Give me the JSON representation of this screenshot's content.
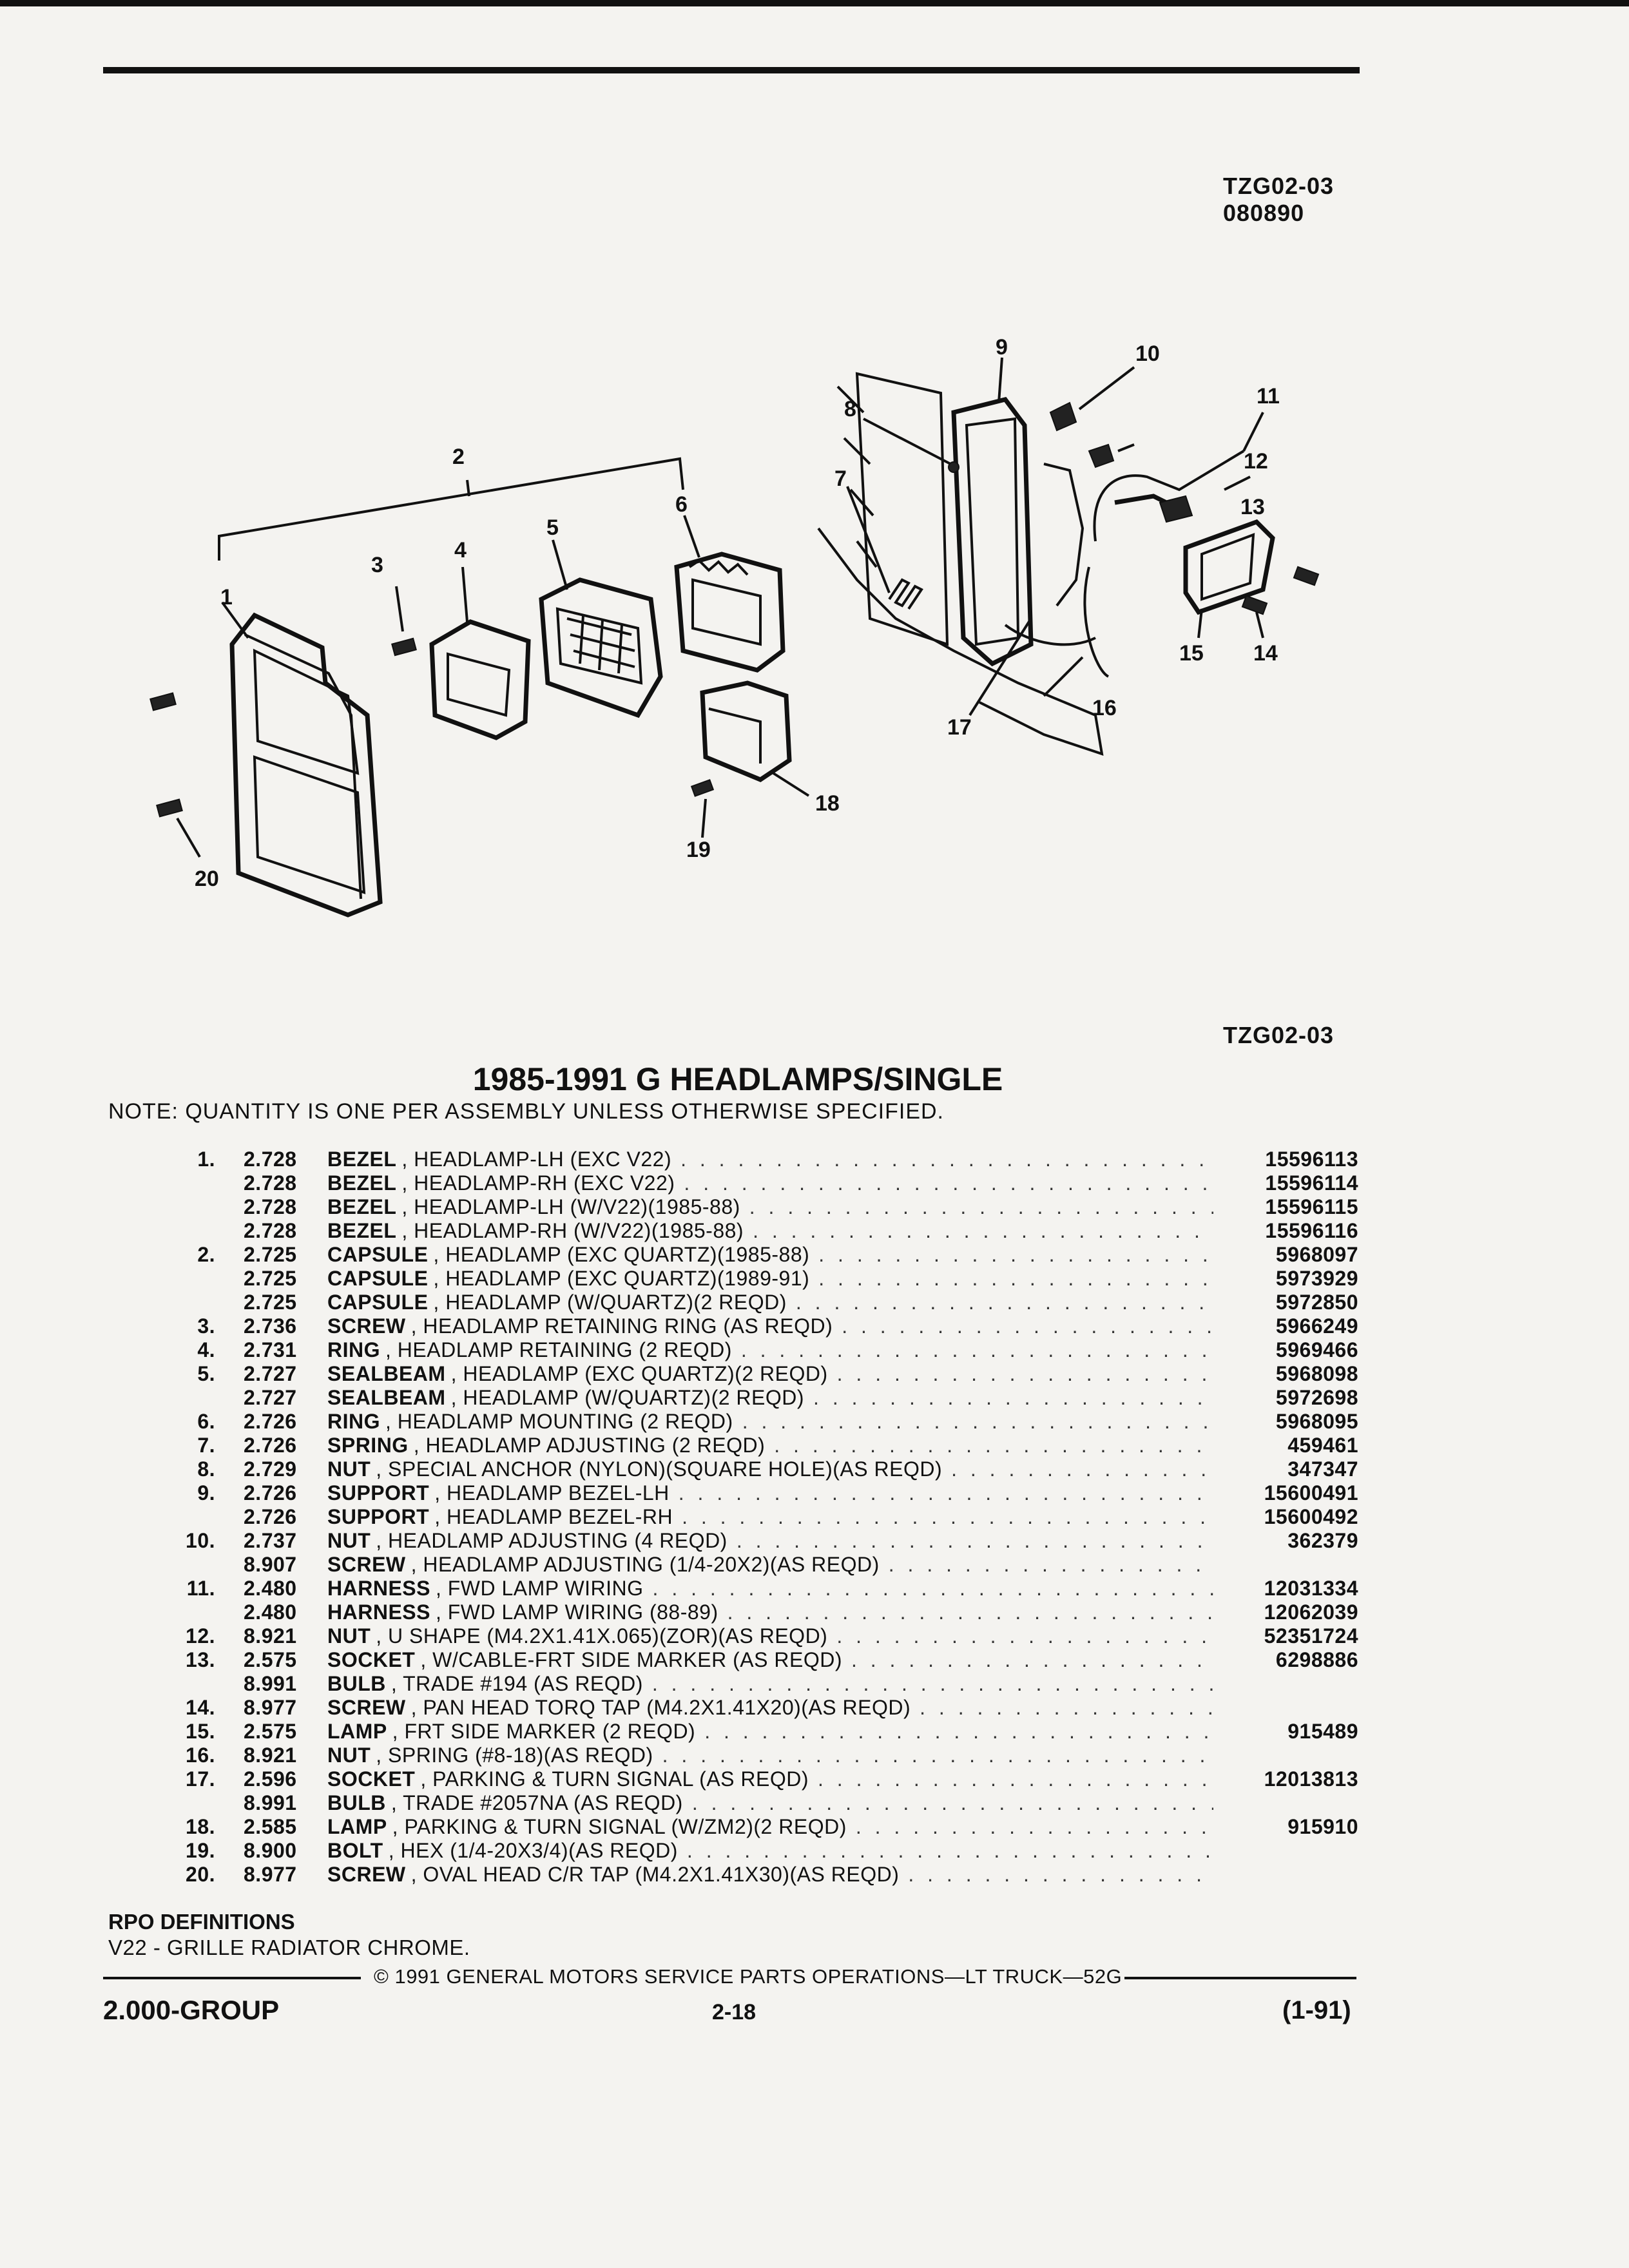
{
  "header": {
    "code": "TZG02-03",
    "date_code": "080890"
  },
  "figure": {
    "code": "TZG02-03",
    "callouts": [
      "1",
      "2",
      "3",
      "4",
      "5",
      "6",
      "7",
      "8",
      "9",
      "10",
      "11",
      "12",
      "13",
      "14",
      "15",
      "16",
      "17",
      "18",
      "19",
      "20"
    ]
  },
  "title": "1985-1991 G HEADLAMPS/SINGLE",
  "note": "NOTE:  QUANTITY IS ONE PER ASSEMBLY UNLESS OTHERWISE SPECIFIED.",
  "parts": [
    {
      "num": "1.",
      "grp": "2.728",
      "name": "BEZEL",
      "desc": ", HEADLAMP-LH (EXC V22)",
      "pn": "15596113"
    },
    {
      "num": "",
      "grp": "2.728",
      "name": "BEZEL",
      "desc": ", HEADLAMP-RH (EXC V22)",
      "pn": "15596114"
    },
    {
      "num": "",
      "grp": "2.728",
      "name": "BEZEL",
      "desc": ", HEADLAMP-LH (W/V22)(1985-88)",
      "pn": "15596115"
    },
    {
      "num": "",
      "grp": "2.728",
      "name": "BEZEL",
      "desc": ", HEADLAMP-RH (W/V22)(1985-88)",
      "pn": "15596116"
    },
    {
      "num": "2.",
      "grp": "2.725",
      "name": "CAPSULE",
      "desc": ", HEADLAMP (EXC QUARTZ)(1985-88)",
      "pn": "5968097"
    },
    {
      "num": "",
      "grp": "2.725",
      "name": "CAPSULE",
      "desc": ", HEADLAMP (EXC QUARTZ)(1989-91)",
      "pn": "5973929"
    },
    {
      "num": "",
      "grp": "2.725",
      "name": "CAPSULE",
      "desc": ", HEADLAMP (W/QUARTZ)(2 REQD)",
      "pn": "5972850"
    },
    {
      "num": "3.",
      "grp": "2.736",
      "name": "SCREW",
      "desc": ", HEADLAMP RETAINING RING (AS REQD)",
      "pn": "5966249"
    },
    {
      "num": "4.",
      "grp": "2.731",
      "name": "RING",
      "desc": ", HEADLAMP RETAINING (2 REQD)",
      "pn": "5969466"
    },
    {
      "num": "5.",
      "grp": "2.727",
      "name": "SEALBEAM",
      "desc": ", HEADLAMP (EXC QUARTZ)(2 REQD)",
      "pn": "5968098"
    },
    {
      "num": "",
      "grp": "2.727",
      "name": "SEALBEAM",
      "desc": ", HEADLAMP (W/QUARTZ)(2 REQD)",
      "pn": "5972698"
    },
    {
      "num": "6.",
      "grp": "2.726",
      "name": "RING",
      "desc": ", HEADLAMP MOUNTING (2 REQD)",
      "pn": "5968095"
    },
    {
      "num": "7.",
      "grp": "2.726",
      "name": "SPRING",
      "desc": ", HEADLAMP ADJUSTING (2 REQD)",
      "pn": "459461"
    },
    {
      "num": "8.",
      "grp": "2.729",
      "name": "NUT",
      "desc": ", SPECIAL ANCHOR (NYLON)(SQUARE HOLE)(AS REQD)",
      "pn": "347347"
    },
    {
      "num": "9.",
      "grp": "2.726",
      "name": "SUPPORT",
      "desc": ", HEADLAMP BEZEL-LH",
      "pn": "15600491"
    },
    {
      "num": "",
      "grp": "2.726",
      "name": "SUPPORT",
      "desc": ", HEADLAMP BEZEL-RH",
      "pn": "15600492"
    },
    {
      "num": "10.",
      "grp": "2.737",
      "name": "NUT",
      "desc": ", HEADLAMP ADJUSTING (4 REQD)",
      "pn": "362379"
    },
    {
      "num": "",
      "grp": "8.907",
      "name": "SCREW",
      "desc": ", HEADLAMP ADJUSTING (1/4-20X2)(AS REQD)",
      "pn": ""
    },
    {
      "num": "11.",
      "grp": "2.480",
      "name": "HARNESS",
      "desc": ", FWD LAMP WIRING",
      "pn": "12031334"
    },
    {
      "num": "",
      "grp": "2.480",
      "name": "HARNESS",
      "desc": ", FWD LAMP WIRING (88-89)",
      "pn": "12062039"
    },
    {
      "num": "12.",
      "grp": "8.921",
      "name": "NUT",
      "desc": ", U SHAPE (M4.2X1.41X.065)(ZOR)(AS REQD)",
      "pn": "52351724"
    },
    {
      "num": "13.",
      "grp": "2.575",
      "name": "SOCKET",
      "desc": ", W/CABLE-FRT SIDE MARKER (AS REQD)",
      "pn": "6298886"
    },
    {
      "num": "",
      "grp": "8.991",
      "name": "BULB",
      "desc": ", TRADE #194 (AS REQD)",
      "pn": ""
    },
    {
      "num": "14.",
      "grp": "8.977",
      "name": "SCREW",
      "desc": ", PAN HEAD TORQ TAP (M4.2X1.41X20)(AS REQD)",
      "pn": ""
    },
    {
      "num": "15.",
      "grp": "2.575",
      "name": "LAMP",
      "desc": ", FRT SIDE MARKER (2 REQD)",
      "pn": "915489"
    },
    {
      "num": "16.",
      "grp": "8.921",
      "name": "NUT",
      "desc": ", SPRING (#8-18)(AS REQD)",
      "pn": ""
    },
    {
      "num": "17.",
      "grp": "2.596",
      "name": "SOCKET",
      "desc": ", PARKING & TURN SIGNAL (AS REQD)",
      "pn": "12013813"
    },
    {
      "num": "",
      "grp": "8.991",
      "name": "BULB",
      "desc": ", TRADE #2057NA (AS REQD)",
      "pn": ""
    },
    {
      "num": "18.",
      "grp": "2.585",
      "name": "LAMP",
      "desc": ", PARKING & TURN SIGNAL (W/ZM2)(2 REQD)",
      "pn": "915910"
    },
    {
      "num": "19.",
      "grp": "8.900",
      "name": "BOLT",
      "desc": ", HEX (1/4-20X3/4)(AS REQD)",
      "pn": ""
    },
    {
      "num": "20.",
      "grp": "8.977",
      "name": "SCREW",
      "desc": ", OVAL HEAD C/R TAP (M4.2X1.41X30)(AS REQD)",
      "pn": ""
    }
  ],
  "rpo": {
    "heading": "RPO DEFINITIONS",
    "text": "V22 - GRILLE RADIATOR CHROME."
  },
  "footer": {
    "copyright": "©  1991  GENERAL MOTORS SERVICE PARTS OPERATIONS—LT TRUCK—52G",
    "group": "2.000-GROUP",
    "page": "2-18",
    "revision": "(1-91)"
  }
}
